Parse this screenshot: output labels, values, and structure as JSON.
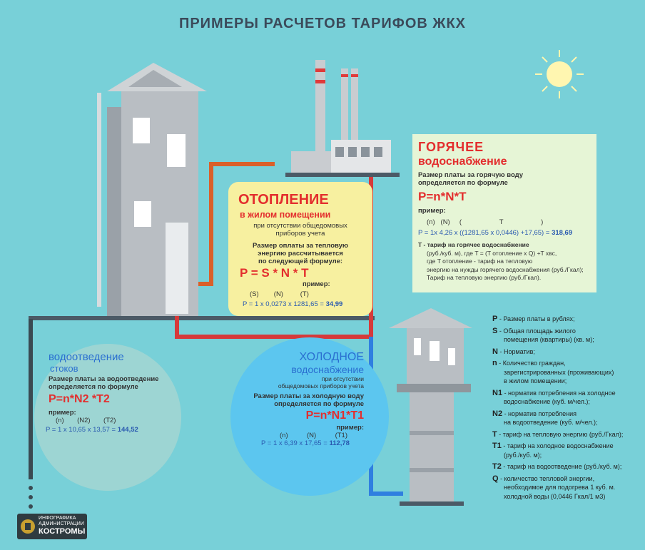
{
  "title": "ПРИМЕРЫ РАСЧЕТОВ ТАРИФОВ ЖКХ",
  "heating": {
    "title": "ОТОПЛЕНИЕ",
    "subtitle": "в жилом помещении",
    "note_line1": "при отсутствии общедомовых",
    "note_line2": "приборов учета",
    "desc_line1": "Размер оплаты за тепловую",
    "desc_line2": "энергию рассчитывается",
    "desc_line3": "по следующей формуле:",
    "formula": "P = S * N * T",
    "example_label": "пример:",
    "vars": "(S)        (N)         (T)",
    "calc": "P = 1 x 0,0273 x 1281,65 =",
    "result": "34,99"
  },
  "hot_water": {
    "title_line1": "ГОРЯЧЕЕ",
    "title_line2": "водоснабжение",
    "desc_line1": "Размер платы за горячую воду",
    "desc_line2": "определяется по формуле",
    "formula": "P=n*N*T",
    "example_label": "пример:",
    "vars": "(n)   (N)     (                    T                    )",
    "calc": "P = 1x 4,26 x ((1281,65 x 0,0446) +17,65) =",
    "result": "318,69",
    "t_desc_line1": "T - тариф на горячее водоснабжение",
    "t_desc_line2": "(руб./куб. м), где T = (T отопление x Q) +T хвс,",
    "t_desc_line3": "где T отопление - тариф на тепловую",
    "t_desc_line4": "энергию на нужды горячего водоснабжения (руб./Гкал);",
    "t_desc_line5": "Тариф на тепловую энергию (руб./Гкал)."
  },
  "cold_water": {
    "title_line1": "ХОЛОДНОЕ",
    "title_line2": "водоснабжение",
    "note_line1": "при отсутствии",
    "note_line2": "общедомовых приборов учета",
    "desc_line1": "Размер платы за холодную воду",
    "desc_line2": "определяется по формуле",
    "formula": "P=n*N1*T1",
    "example_label": "пример:",
    "vars": "(n)          (N)          (T1)",
    "calc": "P = 1 x 6,39 x 17,65 =",
    "result": "112,78"
  },
  "drainage": {
    "title_line1": "водоотведение",
    "title_line2": "стоков",
    "desc_line1": "Размер платы за водоотведение",
    "desc_line2": "определяется по формуле",
    "formula": "P=n*N2 *T2",
    "example_label": "пример:",
    "vars": "(n)       (N2)       (T2)",
    "calc": "P = 1 x 10,65 x 13,57 =",
    "result": "144,52"
  },
  "legend": [
    {
      "sym": "P",
      "l1": " - Размер платы в рублях;",
      "l2": "",
      "l3": ""
    },
    {
      "sym": "S",
      "l1": " - Общая площадь жилого",
      "l2": "помещения (квартиры) (кв. м);",
      "l3": ""
    },
    {
      "sym": "N",
      "l1": " - Норматив;",
      "l2": "",
      "l3": ""
    },
    {
      "sym": "n",
      "l1": " - Количество граждан,",
      "l2": "зарегистрированных (проживающих)",
      "l3": "в жилом помещении;"
    },
    {
      "sym": "N1",
      "l1": " - норматив потребления на холодное",
      "l2": "водоснабжение (куб. м/чел.);",
      "l3": ""
    },
    {
      "sym": "N2",
      "l1": " - норматив потребления",
      "l2": "на водоотведение (куб. м/чел.);",
      "l3": ""
    },
    {
      "sym": "T",
      "l1": " - тариф на тепловую энергию (руб./Гкал);",
      "l2": "",
      "l3": ""
    },
    {
      "sym": "T1",
      "l1": " - тариф на холодное водоснабжение",
      "l2": "(руб./куб. м);",
      "l3": ""
    },
    {
      "sym": "T2",
      "l1": " - тариф на водоотведение (руб./куб. м);",
      "l2": "",
      "l3": ""
    },
    {
      "sym": "Q",
      "l1": " - количество тепловой энергии,",
      "l2": "необходимое для подогрева 1 куб. м.",
      "l3": "холодной воды (0,0446 Гкал/1 м3)"
    }
  ],
  "logo": {
    "line1": "ИНФОГРАФИКА",
    "line2": "АДМИНИСТРАЦИИ",
    "line3": "КОСТРОМЫ"
  },
  "colors": {
    "background": "#78d0d8",
    "red": "#e32e2e",
    "blue": "#2a6fd0",
    "heating_card": "#f7f0a0",
    "hot_card": "#e6f5d6",
    "cold_circle": "#5cc6ef"
  }
}
